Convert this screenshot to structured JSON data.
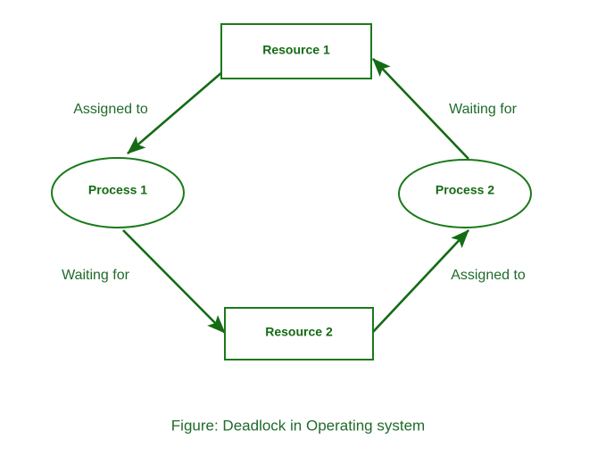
{
  "figure": {
    "caption": "Figure: Deadlock in Operating system",
    "background_color": "#ffffff",
    "stroke_color": "#146b14",
    "text_color": "#1f6b2a",
    "node_text_color": "#146b14"
  },
  "nodes": [
    {
      "id": "resource-1",
      "label": "Resource 1",
      "shape": "rectangle"
    },
    {
      "id": "process-1",
      "label": "Process 1",
      "shape": "ellipse"
    },
    {
      "id": "process-2",
      "label": "Process 2",
      "shape": "ellipse"
    },
    {
      "id": "resource-2",
      "label": "Resource 2",
      "shape": "rectangle"
    }
  ],
  "edges": [
    {
      "id": "edge-r1-p1",
      "label": "Assigned to",
      "from": "Resource 1",
      "to": "Process 1"
    },
    {
      "id": "edge-p2-r1",
      "label": "Waiting for",
      "from": "Process 2",
      "to": "Resource 1"
    },
    {
      "id": "edge-p1-r2",
      "label": "Waiting for",
      "from": "Process 1",
      "to": "Resource 2"
    },
    {
      "id": "edge-r2-p2",
      "label": "Assigned to",
      "from": "Resource 2",
      "to": "Process 2"
    }
  ]
}
